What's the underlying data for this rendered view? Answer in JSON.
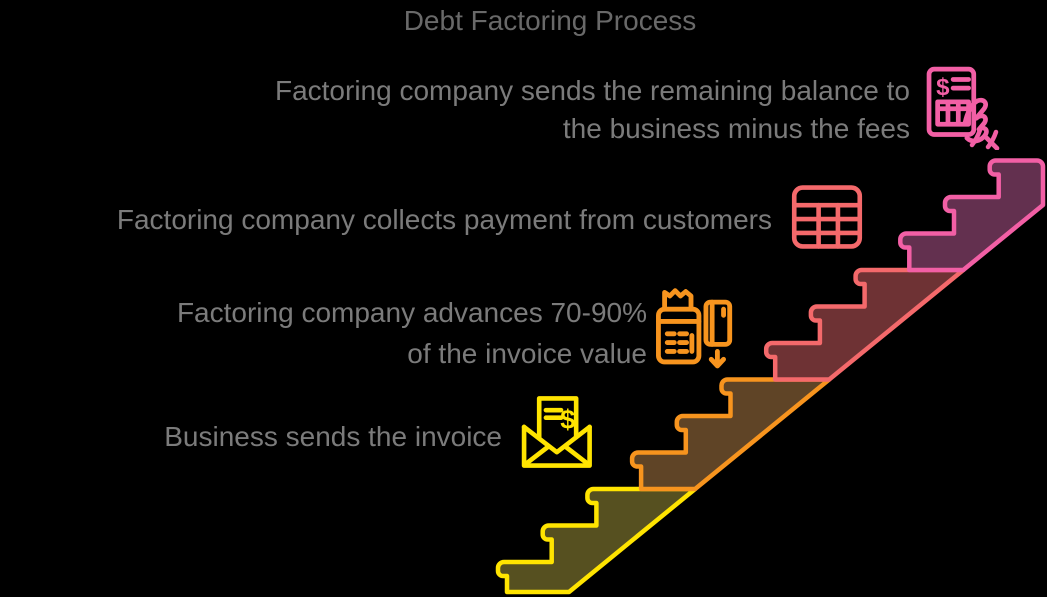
{
  "title": "Debt Factoring Process",
  "background_color": "#000000",
  "title_color": "#696969",
  "label_color": "#7b7b7b",
  "steps": [
    {
      "order": 1,
      "label_lines": [
        "Business sends the invoice"
      ],
      "icon": "envelope-invoice-icon",
      "icon_glyph": "$",
      "line_color": "#FFE400",
      "fill_color": "#565020"
    },
    {
      "order": 2,
      "label_lines": [
        "Factoring company advances 70-90%",
        "of the invoice value"
      ],
      "icon": "pos-terminal-card-icon",
      "icon_glyph": "",
      "line_color": "#F7941E",
      "fill_color": "#5F4426"
    },
    {
      "order": 3,
      "label_lines": [
        "Factoring company collects payment from customers"
      ],
      "icon": "table-grid-icon",
      "icon_glyph": "",
      "line_color": "#F4696B",
      "fill_color": "#6E3234"
    },
    {
      "order": 4,
      "label_lines": [
        "Factoring company sends the remaining balance to",
        "the business minus the fees"
      ],
      "icon": "invoice-hand-icon",
      "icon_glyph": "$",
      "line_color": "#F25FA5",
      "fill_color": "#63304F"
    }
  ]
}
